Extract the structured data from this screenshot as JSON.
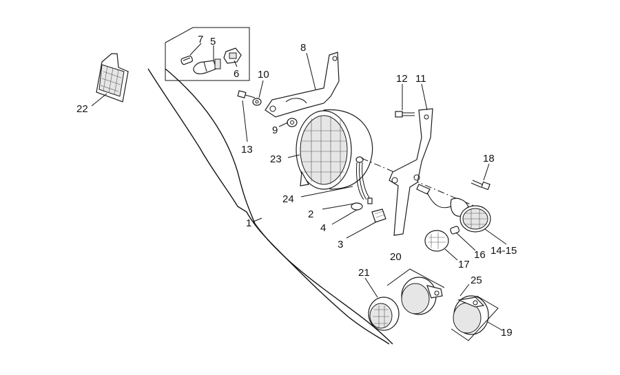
{
  "labels": {
    "l1": "1",
    "l2": "2",
    "l3": "3",
    "l4": "4",
    "l5": "5",
    "l6": "6",
    "l7": "7",
    "l8": "8",
    "l9": "9",
    "l10": "10",
    "l11": "11",
    "l12": "12",
    "l13": "13",
    "l14_15": "14-15",
    "l16": "16",
    "l17": "17",
    "l18": "18",
    "l19": "19",
    "l20": "20",
    "l21": "21",
    "l22": "22",
    "l23": "23",
    "l24": "24",
    "l25": "25"
  }
}
